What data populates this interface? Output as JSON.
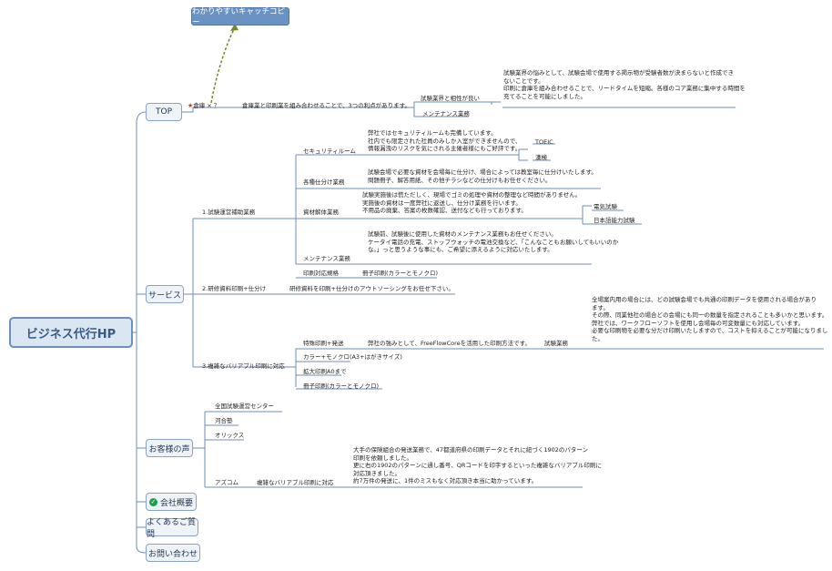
{
  "root": "ビジネス代行HP",
  "callout": "わかりやすいキャッチコピー",
  "branches": {
    "top": "TOP",
    "service": "サービス",
    "voice": "お客様の声",
    "company": "会社概要",
    "faq": "よくあるご質問",
    "contact": "お問い合わせ"
  },
  "top": {
    "soko": "倉庫 × ？",
    "merit": "倉庫業と印刷業を組み合わせることで、3つの利点があります。",
    "aisho": "試験業界と相性が良い",
    "aisho_desc": [
      "試験業界の悩みとして、試験会場で使用する掲示物が受験者数が決まらないと作成でき",
      "ないことです。",
      "印刷に倉庫を組み合わせることで、リードタイムを短縮。各様のコア業務に集中する時間を",
      "充てることを可能にしました。"
    ],
    "maintenance": "メンテナンス業務"
  },
  "service": {
    "s1": "1.試験運営補助業務",
    "security": "セキュリティルーム",
    "security_desc": [
      "弊社ではセキュリティルームも完備しています。",
      "社内でも限定された社員のみしか入室ができませんので、",
      "情報漏洩のリスクを気にされる主催者様にもご好評です。"
    ],
    "toeic": "TOEIC",
    "kanken": "漢検",
    "kakushu": "各種仕分け業務",
    "kakushu_desc": [
      "試験会場で必要な資材を会場毎に仕分け、場合によっては教室毎に仕分けいたします。",
      "問題冊子、解答用紙、その他チラシなどの仕分けもお任せください。"
    ],
    "kaitai": "資材解体業務",
    "kaitai_desc": [
      "試験実施後は慌ただしく、現場でゴミの処理や資材の整理など時間がありません。",
      "実施後の資材は一度弊社に返送し、仕分け業務を行います。",
      "不用品の廃棄、答案の枚数確認、送付なども行っております。"
    ],
    "denki": "電気試験",
    "nihongo": "日本語能力試験",
    "maintenance": "メンテナンス業務",
    "maint_desc": [
      "試験前、試験後に使用した資材のメンテナンス業務もお任せください。",
      "ケータイ電話の充電、ストップウォッチの電池交換など、「こんなこともお願いしてもいいのか",
      "な。」っと思うような事にも、ご希望に添えるように対応いたします。"
    ],
    "insatsu_kikaku": "印刷対応規格",
    "sasshi1": "冊子印刷(カラーとモノクロ)",
    "s2": "2.研修資料印刷+仕分け",
    "s2_desc": "研修資料を印刷+仕分けのアウトソーシングをお任せ下さい。",
    "s3": "3.複雑なバリアブル印刷に対応",
    "tokushu": "特殊印刷+発送",
    "tokushu_desc": "弊社の強みとして、FreeFlowCoreを活用した印刷方法です。",
    "shiken": "試験業務",
    "shiken_desc": [
      "全場案内用の場合には、どの試験会場でも共通の印刷データを使用される場合があり",
      "ます。",
      "その際、同業他社の場合どの会場にも同一の数量を指定されることも多いかと思います。",
      "弊社では、ワークフローソフトを使用し会場毎の可変数量にも対応しています。",
      "必要な印刷物を必要な分だけ印刷いたしますので、コストを抑えることが可能になりまし",
      "た。"
    ],
    "color": "カラー+モノクロ(A3+はがきサイズ)",
    "kakudai": "拡大印刷A0まで",
    "sasshi2": "冊子印刷(カラーとモノクロ)"
  },
  "voice": {
    "c1": "全国試験運営センター",
    "c2": "河合塾",
    "c3": "オリックス",
    "c4": "アズコム",
    "variable": "複雑なバリアブル印刷に対応",
    "desc": [
      "大手の保険組合の発送業務で、47都道府県の印刷データとそれに紐づく1902のパターン",
      "印刷を依頼しました。",
      "更に右の1902のパターンに通し番号、QRコードを印字するといった複雑なバリアブル印刷に",
      "対応頂きました。",
      "約7万件の発送に、1件のミスもなく対応頂き本当に助かっています。"
    ]
  }
}
